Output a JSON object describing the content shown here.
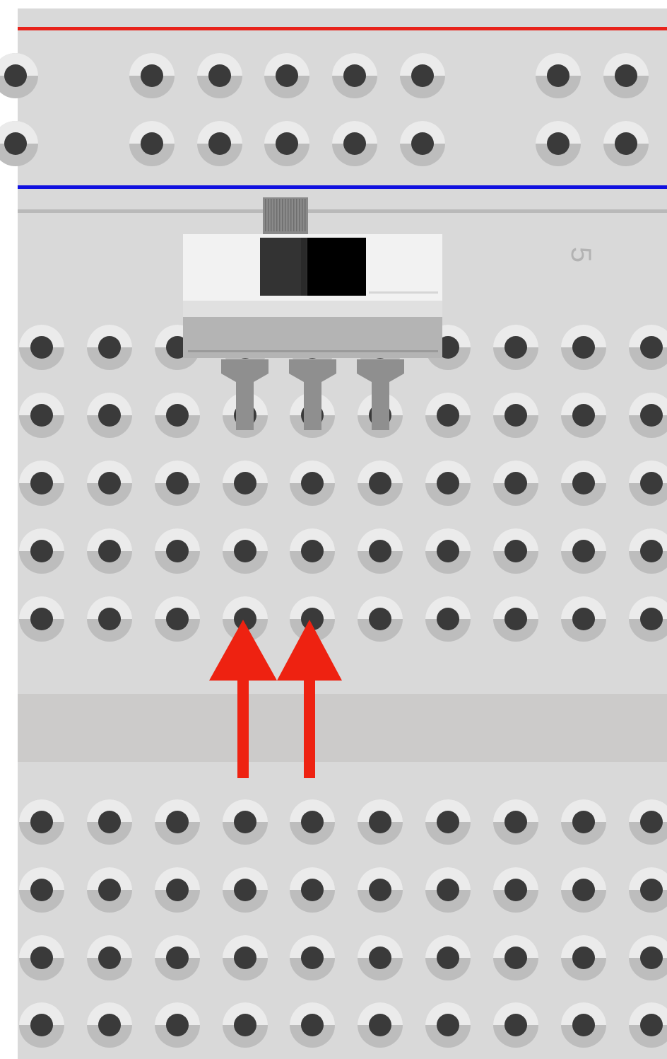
{
  "breadboard": {
    "row_number_label": "5",
    "colors": {
      "board": "#d9d9d9",
      "center_channel": "#cccbca",
      "positive_rail_line": "#e8231b",
      "negative_rail_line": "#1010e0",
      "hole": "#3a3a3a",
      "hole_ring": "#bdbdbd",
      "hole_ring_light": "#ebebeb",
      "row_label": "#b3b3b3"
    }
  },
  "switch": {
    "type": "slide-switch",
    "pin_count": 3,
    "colors": {
      "body_top": "#f2f2f2",
      "body_base": "#b4b4b4",
      "actuator": "#333333",
      "slot": "#000000",
      "pins": "#8f8f8f"
    }
  },
  "annotation": {
    "arrow_count": 2,
    "arrow_color": "#ee2211",
    "arrow_direction": "up"
  }
}
